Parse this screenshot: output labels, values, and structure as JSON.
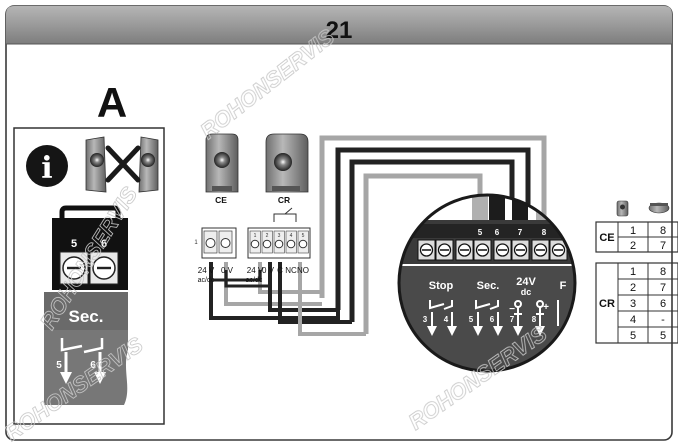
{
  "header": {
    "number": "21"
  },
  "panel_a": {
    "letter": "A",
    "info_glyph": "i",
    "info_icon": "info-icon",
    "terminals": [
      "5",
      "6"
    ],
    "contact_label": "Sec.",
    "contact_terminals": [
      "5",
      "6"
    ]
  },
  "photocells": {
    "ce": {
      "label": "CE",
      "voltage_label": "24 V",
      "voltage_sub": "ac/dc",
      "zero_label": "0 V",
      "side_mark": "1"
    },
    "cr": {
      "label": "CR",
      "voltage_label": "24 V",
      "voltage_sub": "ac/dc",
      "zero_label": "0 V",
      "c_label": "C",
      "nc_label": "NC",
      "no_label": "NO",
      "terminal_numbers": [
        "1",
        "2",
        "3",
        "4",
        "5"
      ]
    }
  },
  "control_board": {
    "terminal_numbers": [
      "5",
      "6",
      "7",
      "8"
    ],
    "labels": [
      "Stop",
      "Sec.",
      "24V",
      "dc",
      "F"
    ],
    "bottom_numbers": [
      "3",
      "4",
      "5",
      "6",
      "7",
      "8"
    ],
    "minus": "−",
    "plus": "+"
  },
  "connection_table": {
    "ce": {
      "label": "CE",
      "rows": [
        [
          "1",
          "8"
        ],
        [
          "2",
          "7"
        ]
      ]
    },
    "cr": {
      "label": "CR",
      "rows": [
        [
          "1",
          "8"
        ],
        [
          "2",
          "7"
        ],
        [
          "3",
          "6"
        ],
        [
          "4",
          "-"
        ],
        [
          "5",
          "5"
        ]
      ]
    }
  },
  "watermarks": [
    "ROHONSERVIS",
    "ROHONSERVIS",
    "ROHONSERVIS",
    "ROHONSERVIS"
  ],
  "colors": {
    "header_gray": "#8e8e8e",
    "wire_dark": "#222222",
    "wire_light": "#a6a6a6",
    "device_gray": "#9a9a9a"
  }
}
